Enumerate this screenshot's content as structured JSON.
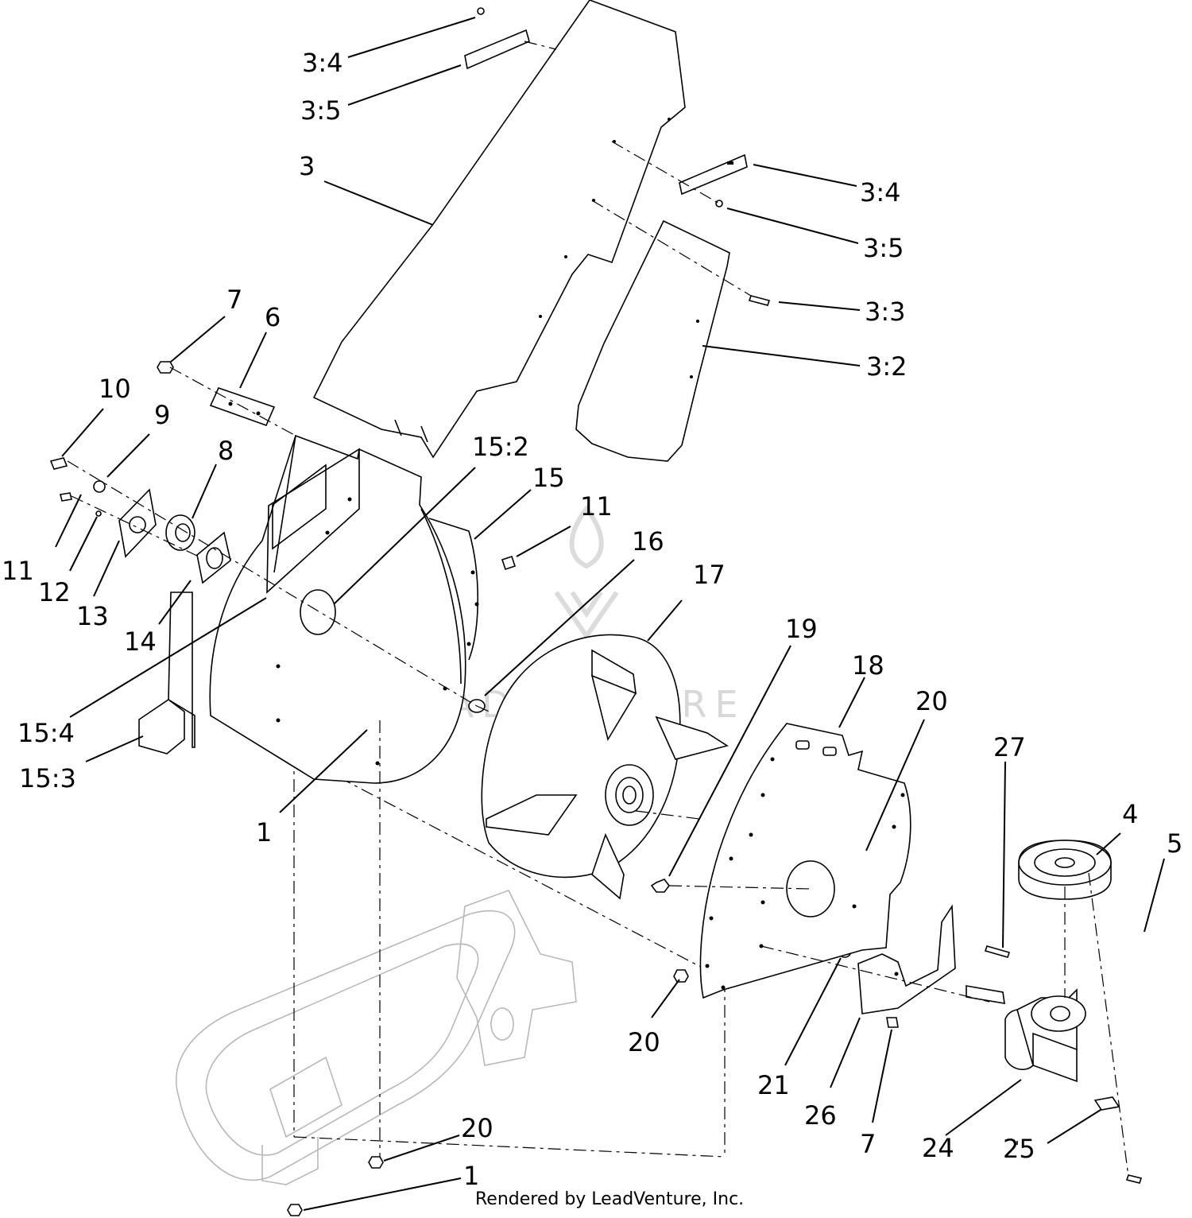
{
  "diagram": {
    "footer": "Rendered by LeadVenture, Inc.",
    "watermark": "LEADVENTURE",
    "callouts": {
      "c_3_4_top": "3:4",
      "c_3_5_top": "3:5",
      "c_3": "3",
      "c_3_4_right": "3:4",
      "c_3_5_right": "3:5",
      "c_3_3": "3:3",
      "c_3_2": "3:2",
      "c_7_top": "7",
      "c_6": "6",
      "c_10": "10",
      "c_9": "9",
      "c_8": "8",
      "c_15_2": "15:2",
      "c_15": "15",
      "c_11_right": "11",
      "c_16": "16",
      "c_17": "17",
      "c_11_left": "11",
      "c_12": "12",
      "c_13": "13",
      "c_14": "14",
      "c_19": "19",
      "c_18": "18",
      "c_20_right": "20",
      "c_27": "27",
      "c_15_4": "15:4",
      "c_15_3": "15:3",
      "c_4": "4",
      "c_5": "5",
      "c_1_mid": "1",
      "c_20_mid": "20",
      "c_21": "21",
      "c_26": "26",
      "c_7_bottom": "7",
      "c_24": "24",
      "c_25": "25",
      "c_20_bottom": "20",
      "c_1_bottom": "1"
    }
  }
}
